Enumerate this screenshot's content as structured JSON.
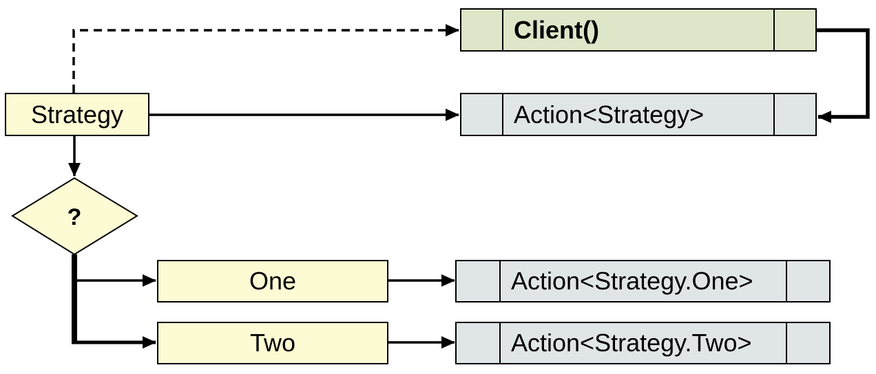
{
  "colors": {
    "strategy_fill": "#fdfbd4",
    "client_fill": "#dde6c8",
    "action_fill": "#e0e5e5",
    "stroke": "#000000"
  },
  "nodes": {
    "strategy": "Strategy",
    "decision": "?",
    "one": "One",
    "two": "Two",
    "client": "Client()",
    "action_strategy": "Action<Strategy>",
    "action_one": "Action<Strategy.One>",
    "action_two": "Action<Strategy.Two>"
  }
}
